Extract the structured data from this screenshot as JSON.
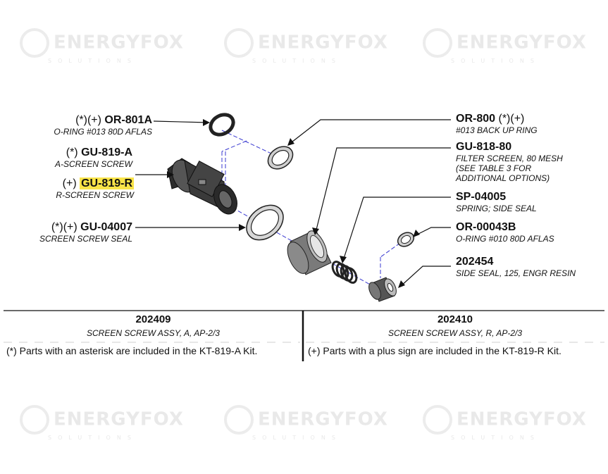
{
  "watermark": {
    "brand": "ENERGYFOX",
    "sub": "SOLUTIONS"
  },
  "callouts": {
    "or801a": {
      "prefix": "(*)(+)",
      "part": "OR-801A",
      "desc": "O-RING #013 80D AFLAS"
    },
    "gu819a": {
      "prefix": "(*)",
      "part": "GU-819-A",
      "desc": "A-SCREEN SCREW"
    },
    "gu819r": {
      "prefix": "(+)",
      "part": "GU-819-R",
      "desc": "R-SCREEN SCREW",
      "highlight": "#f9e449"
    },
    "gu04007": {
      "prefix": "(*)(+)",
      "part": "GU-04007",
      "desc": "SCREEN SCREW SEAL"
    },
    "or800": {
      "part": "OR-800",
      "suffix": "(*)(+)",
      "desc": "#013 BACK UP RING"
    },
    "gu81880": {
      "part": "GU-818-80",
      "desc_lines": [
        "FILTER SCREEN, 80 MESH",
        "(SEE TABLE 3 FOR",
        "ADDITIONAL OPTIONS)"
      ]
    },
    "sp04005": {
      "part": "SP-04005",
      "desc": "SPRING; SIDE SEAL"
    },
    "or00043b": {
      "part": "OR-00043B",
      "desc": "O-RING #010 80D AFLAS"
    },
    "p202454": {
      "part": "202454",
      "desc": "SIDE SEAL, 125, ENGR RESIN"
    }
  },
  "footer": {
    "left": {
      "part": "202409",
      "desc": "SCREEN SCREW ASSY, A, AP-2/3",
      "note": "(*) Parts with an asterisk are included in the KT-819-A Kit."
    },
    "right": {
      "part": "202410",
      "desc": "SCREEN SCREW ASSY, R, AP-2/3",
      "note": "(+) Parts with a plus sign are included in the KT-819-R Kit."
    }
  }
}
